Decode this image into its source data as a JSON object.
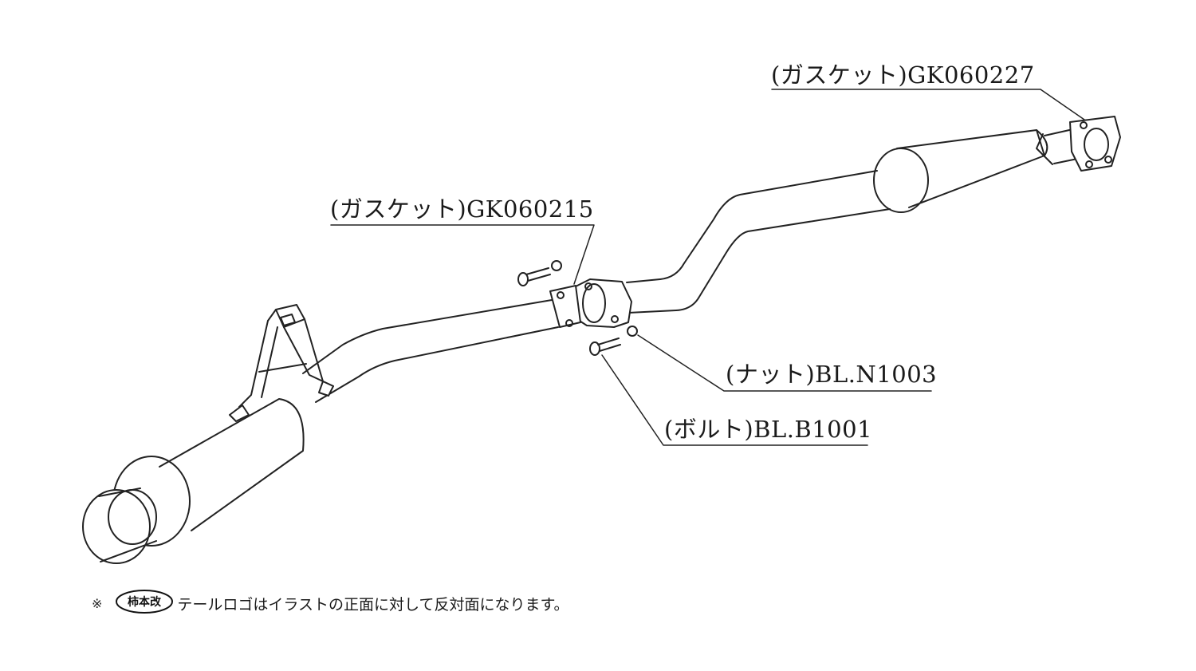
{
  "callouts": {
    "gasket_rear": "(ガスケット)GK060227",
    "gasket_mid": "(ガスケット)GK060215",
    "nut": "(ナット)BL.N1003",
    "bolt": "(ボルト)BL.B1001"
  },
  "note": {
    "mark": "※",
    "text": "テールロゴはイラストの正面に対して反対面になります。",
    "logo_text": "柿本改"
  }
}
